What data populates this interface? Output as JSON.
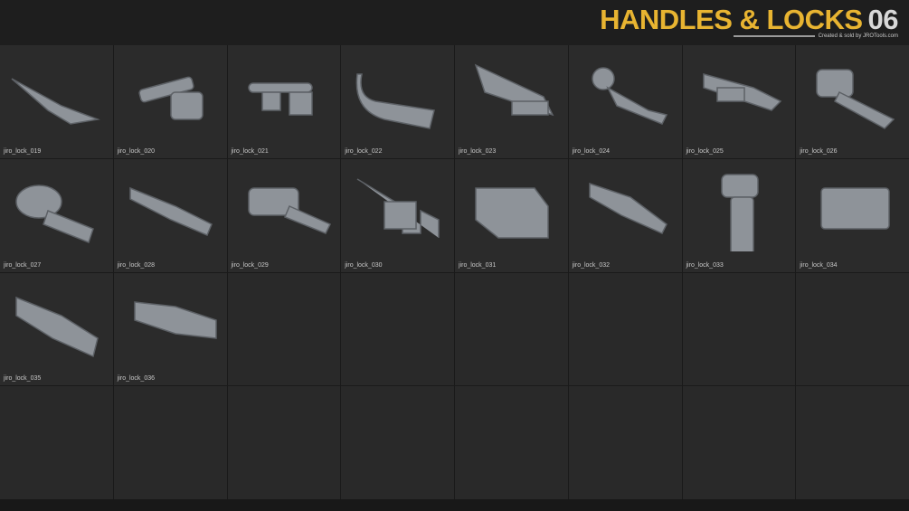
{
  "header": {
    "title": "HANDLES & LOCKS",
    "number": "06",
    "credit": "Created & sold by JROTools.com"
  },
  "items": [
    "jiro_lock_019",
    "jiro_lock_020",
    "jiro_lock_021",
    "jiro_lock_022",
    "jiro_lock_023",
    "jiro_lock_024",
    "jiro_lock_025",
    "jiro_lock_026",
    "jiro_lock_027",
    "jiro_lock_028",
    "jiro_lock_029",
    "jiro_lock_030",
    "jiro_lock_031",
    "jiro_lock_032",
    "jiro_lock_033",
    "jiro_lock_034",
    "jiro_lock_035",
    "jiro_lock_036"
  ],
  "empty_cells": 14
}
